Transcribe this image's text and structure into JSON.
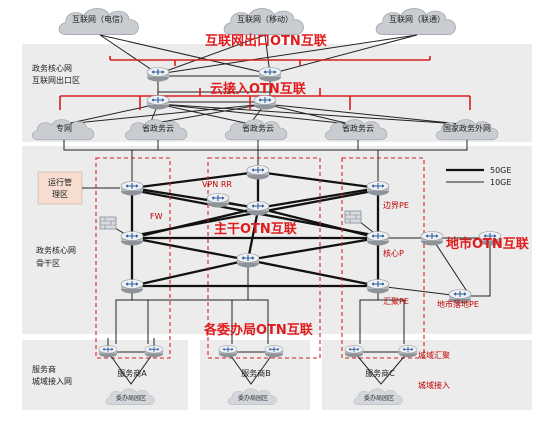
{
  "clouds": {
    "internet_telecom": "互联网（电信）",
    "internet_mobile": "互联网（移动）",
    "internet_unicom": "互联网（联通）",
    "private_net": "专网",
    "province_cloud_1": "省政务云",
    "province_cloud_2": "省政务云",
    "province_cloud_3": "省政务云",
    "national_extranet": "国家政务外网",
    "office_a": "委办局园区",
    "office_b": "委办局园区",
    "office_c": "委办局园区"
  },
  "zones": {
    "core_exit_line1": "政务核心网",
    "core_exit_line2": "互联网出口区",
    "core_backbone_line1": "政务核心网",
    "core_backbone_line2": "骨干区",
    "provider_line1": "服务商",
    "provider_line2": "城域接入网"
  },
  "titles": {
    "internet_exit_otn": "互联网出口OTN互联",
    "cloud_access_otn": "云接入OTN互联",
    "trunk_otn": "主干OTN互联",
    "city_otn": "地市OTN互联",
    "office_otn": "各委办局OTN互联"
  },
  "labels": {
    "ops_mgmt_line1": "运行管",
    "ops_mgmt_line2": "理区",
    "vpn_rr": "VPN RR",
    "fw": "FW",
    "border_pe": "边界PE",
    "core_p": "核心P",
    "aggregate_pe": "汇聚PE",
    "city_pe": "地市落地PE",
    "provider_a": "服务商A",
    "provider_b": "服务商B",
    "provider_c": "服务商C",
    "metro_aggregate": "城域汇聚",
    "metro_access": "城域接入"
  },
  "legend": {
    "thick_label": "50GE",
    "thin_label": "10GE"
  },
  "colors": {
    "accent_red": "#e01b1b",
    "router_blue": "#2f5f9e"
  }
}
